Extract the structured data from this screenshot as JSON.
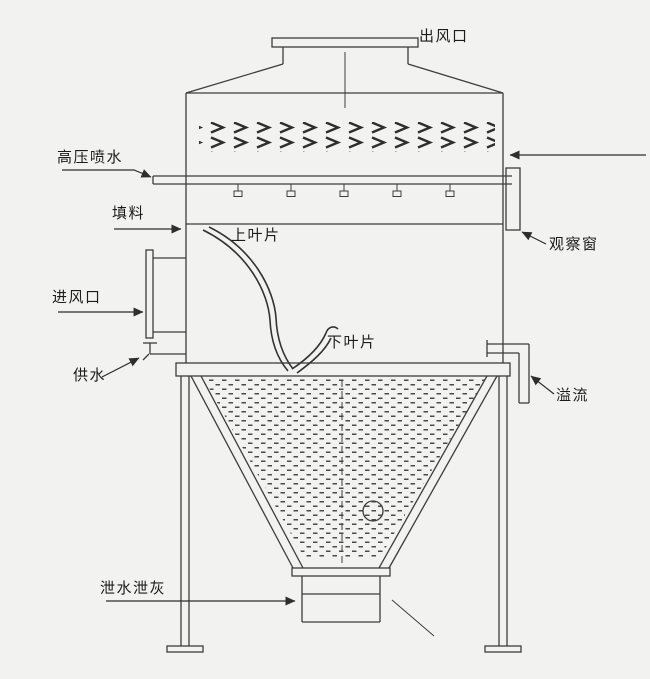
{
  "diagram": {
    "labels": {
      "outlet": "出风口",
      "high_pressure_spray": "高压喷水",
      "packing": "填料",
      "observation_window": "观察窗",
      "air_inlet": "进风口",
      "water_supply": "供水",
      "upper_blade": "上叶片",
      "lower_blade": "下叶片",
      "overflow": "溢流",
      "drain": "泄水泄灰"
    },
    "colors": {
      "background": "#f2f2f1",
      "line": "#3d3d3d",
      "text": "#1c1c1c"
    }
  }
}
